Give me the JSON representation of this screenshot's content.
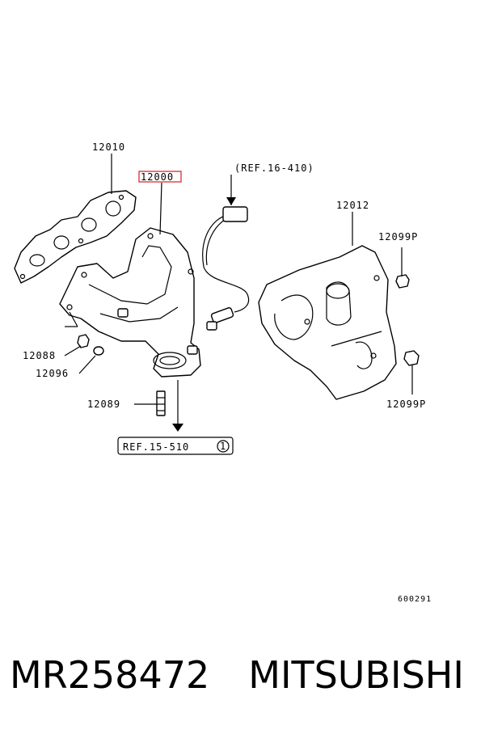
{
  "labels": {
    "p12010": "12010",
    "p12000": "12000",
    "ref_sensor": "(REF.16-410)",
    "p12012": "12012",
    "p12099p_top": "12099P",
    "p12088": "12088",
    "p12096": "12096",
    "p12089": "12089",
    "p12099p_bottom": "12099P",
    "ref_bottom": "REF.15-510",
    "ref_bottom_circle": "1"
  },
  "highlight_color": "#e23a3a",
  "drawing_number": "600291",
  "footer": {
    "part_number": "MR258472",
    "brand": "MITSUBISHI"
  }
}
